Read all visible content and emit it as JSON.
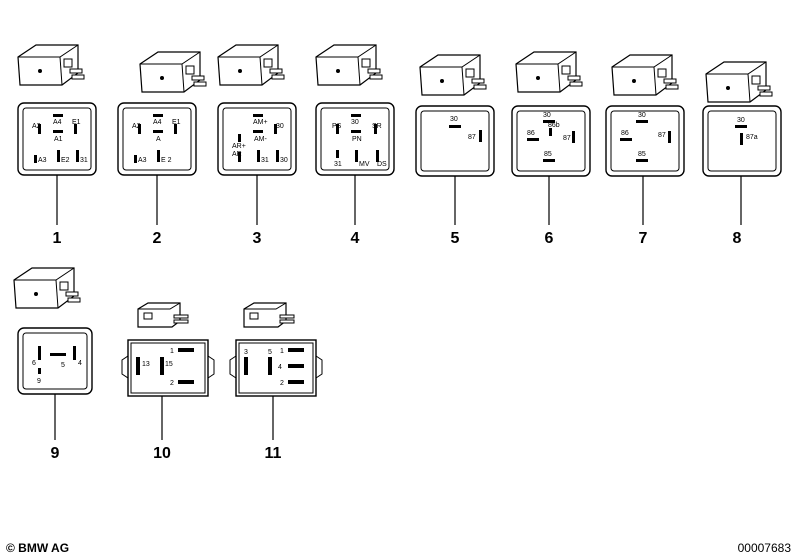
{
  "relays": [
    {
      "number": "1",
      "pins": [
        "A2",
        "A4",
        "E1",
        "A1",
        "A3",
        "E2",
        "31"
      ]
    },
    {
      "number": "2",
      "pins": [
        "A2",
        "A4",
        "E1",
        "A",
        "A3",
        "E 2"
      ]
    },
    {
      "number": "3",
      "pins": [
        "AM+",
        "30",
        "AM-",
        "AR+",
        "AR",
        "31",
        "30"
      ]
    },
    {
      "number": "4",
      "pins": [
        "PS",
        "30",
        "SR",
        "PN",
        "31",
        "MV",
        "DS"
      ]
    },
    {
      "number": "5",
      "pins": [
        "30",
        "87"
      ]
    },
    {
      "number": "6",
      "pins": [
        "30",
        "86b",
        "86",
        "87",
        "85"
      ]
    },
    {
      "number": "7",
      "pins": [
        "30",
        "86",
        "87",
        "85"
      ]
    },
    {
      "number": "8",
      "pins": [
        "30",
        "87a"
      ]
    },
    {
      "number": "9",
      "pins": [
        "6",
        "5",
        "4",
        "9"
      ]
    },
    {
      "number": "10",
      "pins": [
        "1",
        "13",
        "15",
        "2"
      ]
    },
    {
      "number": "11",
      "pins": [
        "3",
        "5",
        "1",
        "4",
        "2"
      ]
    }
  ],
  "footer": {
    "copyright": "© BMW AG",
    "part_number": "00007683"
  }
}
